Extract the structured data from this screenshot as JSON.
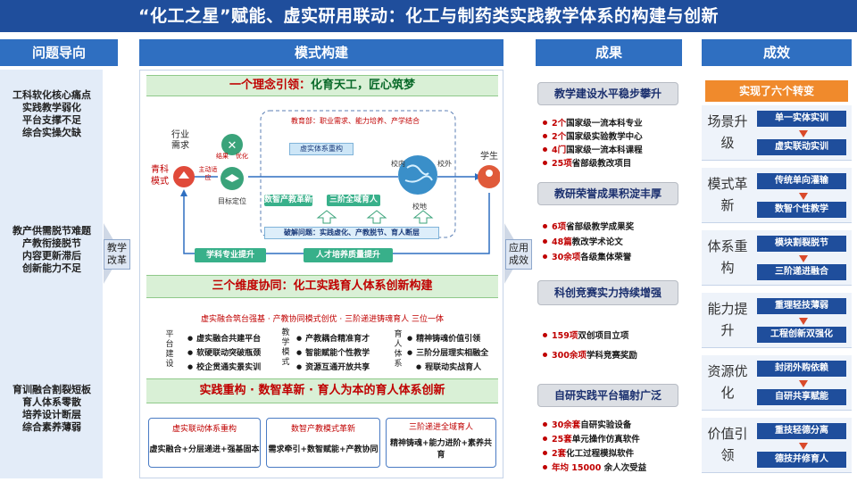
{
  "title": "“化工之星”赋能、虚实研用联动：化工与制药类实践教学体系的构建与创新",
  "headers": {
    "col1": "问题导向",
    "col2": "模式构建",
    "col3": "成果",
    "col4": "成效"
  },
  "problems": [
    {
      "title": "工科软化核心痛点",
      "lines": [
        "实践教学弱化",
        "平台支撑不足",
        "综合实操欠缺"
      ]
    },
    {
      "title": "教产供需脱节难题",
      "lines": [
        "产教衔接脱节",
        "内容更新滞后",
        "创新能力不足"
      ]
    },
    {
      "title": "育训融合割裂短板",
      "lines": [
        "育人体系零散",
        "培养设计断层",
        "综合素养薄弱"
      ]
    }
  ],
  "side": {
    "reform": "教学改革",
    "apply": "应用成效"
  },
  "model": {
    "band1": {
      "prefix": "一个理念引领：",
      "highlight": "化育天工，匠心筑梦"
    },
    "industry_need": "行业需求",
    "qingke": "青科模式",
    "results_label": "结果",
    "optimize_label": "优化",
    "active_label": "主动适应",
    "target": "目标定位",
    "dashed_top": "教育部：职业需求、能力培养、产学结合",
    "vr_box": "虚实体系重构",
    "digital_box": "数智产教革新",
    "three_box": "三阶全域育人",
    "campus_in": "校内",
    "campus_out": "校外",
    "campus_land": "校地",
    "student": "学生",
    "breakthrough": "破解问题：实践虚化、产教脱节、育人断层",
    "btn_discipline": "学科专业提升",
    "btn_quality": "人才培养质量提升",
    "band2": "三个维度协同：化工实践育人体系创新构建",
    "coop_line": "虚实融合筑台强基 · 产教协同模式创优 · 三阶递进铸魂育人 三位一体",
    "dim1_label": "平台建设",
    "dim1_items": [
      "虚实融合共建平台",
      "软硬联动突破瓶颈",
      "校企贯通实景实训"
    ],
    "dim2_label": "教学模式",
    "dim2_items": [
      "产教耦合精准育才",
      "智能赋能个性教学",
      "资源互通开放共享"
    ],
    "dim3_label": "育人体系",
    "dim3_items": [
      "精神铸魂价值引领",
      "三阶分层理实相融全",
      "程联动实战育人"
    ],
    "band3": "实践重构 · 数智革新 · 育人为本的育人体系创新",
    "small": [
      {
        "head": "虚实联动体系重构",
        "body": "虚实融合+分层递进+强基固本"
      },
      {
        "head": "数智产教模式革新",
        "body": "需求牵引+数智赋能+产教协同"
      },
      {
        "head": "三阶递进全域育人",
        "body": "精神铸魂+能力进阶+素养共育"
      }
    ]
  },
  "achievements": [
    {
      "head": "教学建设水平稳步攀升",
      "items": [
        {
          "num": "2个",
          "text": "国家级一流本科专业"
        },
        {
          "num": "2个",
          "text": "国家级实验教学中心"
        },
        {
          "num": "4门",
          "text": "国家级一流本科课程"
        },
        {
          "num": "25项",
          "text": "省部级教改项目"
        }
      ]
    },
    {
      "head": "教研荣誉成果积淀丰厚",
      "items": [
        {
          "num": "6项",
          "text": "省部级教学成果奖"
        },
        {
          "num": "48篇",
          "text": "教改学术论文"
        },
        {
          "num": "30余项",
          "text": "各级集体荣誉"
        }
      ]
    },
    {
      "head": "科创竞赛实力持续增强",
      "items": [
        {
          "num": "159项",
          "text": "双创项目立项"
        },
        {
          "num": "300余项",
          "text": "学科竞赛奖励"
        }
      ]
    },
    {
      "head": "自研实践平台辐射广泛",
      "items": [
        {
          "num": "30余套",
          "text": "自研实验设备"
        },
        {
          "num": "25套",
          "text": "单元操作仿真软件"
        },
        {
          "num": "2套",
          "text": "化工过程模拟软件"
        },
        {
          "num": "年均 15000",
          "text": " 余人次受益"
        }
      ]
    }
  ],
  "effects": {
    "head": "实现了六个转变",
    "rows": [
      {
        "label": "场景升级",
        "from": "单一实体实训",
        "to": "虚实联动实训"
      },
      {
        "label": "模式革新",
        "from": "传统单向灌输",
        "to": "数智个性教学"
      },
      {
        "label": "体系重构",
        "from": "模块割裂脱节",
        "to": "三阶递进融合"
      },
      {
        "label": "能力提升",
        "from": "重理轻技薄弱",
        "to": "工程创新双强化"
      },
      {
        "label": "资源优化",
        "from": "封闭外购依赖",
        "to": "自研共享赋能"
      },
      {
        "label": "价值引领",
        "from": "重技轻德分离",
        "to": "德技并修育人"
      }
    ]
  },
  "colors": {
    "title_bg": "#1f4e9c",
    "header_bg": "#2f6fc1",
    "accent_red": "#c00000",
    "accent_green": "#38b08a",
    "effect_orange": "#f08a2c"
  }
}
